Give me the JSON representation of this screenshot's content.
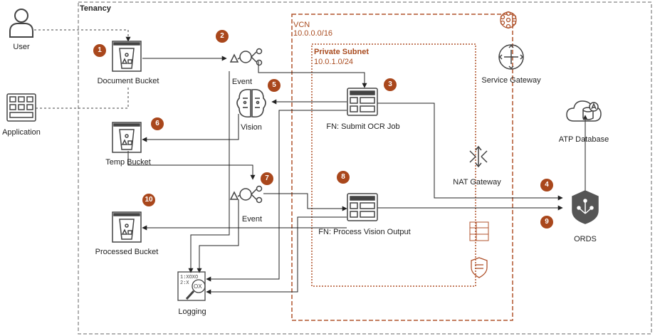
{
  "colors": {
    "accent": "#a9471c",
    "dashed_border": "#999999",
    "orange_border": "#b0532c",
    "icon": "#444444"
  },
  "tenancy": {
    "label": "Tenancy"
  },
  "vcn": {
    "label": "VCN",
    "cidr": "10.0.0.0/16"
  },
  "subnet": {
    "label": "Private Subnet",
    "cidr": "10.0.1.0/24"
  },
  "nodes": {
    "user": "User",
    "application": "Application",
    "document_bucket": "Document Bucket",
    "temp_bucket": "Temp Bucket",
    "processed_bucket": "Processed Bucket",
    "event1": "Event",
    "event2": "Event",
    "vision": "Vision",
    "fn_submit": "FN: Submit OCR Job",
    "fn_process": "FN: Process Vision Output",
    "service_gateway": "Service Gateway",
    "nat_gateway": "NAT Gateway",
    "atp_database": "ATP Database",
    "ords": "ORDS",
    "logging": "Logging"
  },
  "badges": [
    "1",
    "2",
    "3",
    "4",
    "5",
    "6",
    "7",
    "8",
    "9",
    "10"
  ],
  "icons": {
    "user": "user-icon",
    "application": "application-icon",
    "bucket": "bucket-icon",
    "event": "event-icon",
    "vision": "vision-brain-icon",
    "function": "function-icon",
    "service_gateway": "service-gateway-icon",
    "nat_gateway": "nat-gateway-icon",
    "atp": "atp-database-icon",
    "ords": "ords-icon",
    "logging": "logging-icon",
    "vcn": "vcn-icon",
    "security_list": "security-list-icon",
    "shield": "shield-icon"
  }
}
